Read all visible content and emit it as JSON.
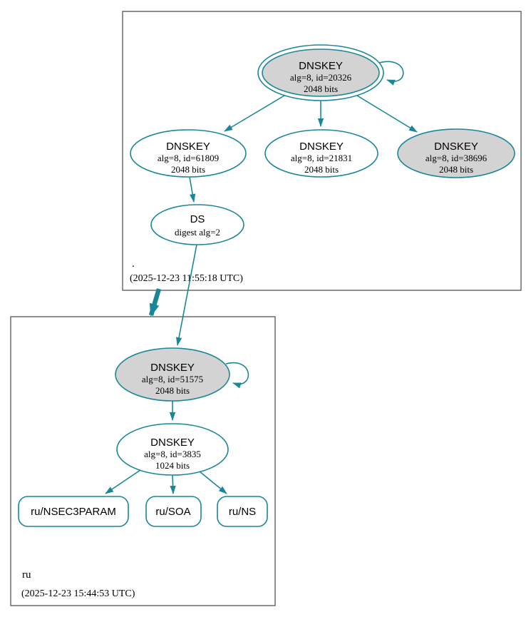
{
  "diagram_type": "dnssec-authentication-chain",
  "colors": {
    "edge_teal": "#1A8799",
    "node_fill_gray": "#d3d3d3",
    "node_fill_white": "#ffffff",
    "zone_box_border": "#555555",
    "text": "#000000"
  },
  "zones": [
    {
      "label": ".",
      "timestamp": "(2025-12-23 11:55:18 UTC)",
      "ksk": {
        "title": "DNSKEY",
        "alg": "alg=8, id=20326",
        "bits": "2048 bits",
        "style": "double-ellipse-gray",
        "self_signed": true
      },
      "zsk_left": {
        "title": "DNSKEY",
        "alg": "alg=8, id=61809",
        "bits": "2048 bits",
        "style": "ellipse-white"
      },
      "zsk_mid": {
        "title": "DNSKEY",
        "alg": "alg=8, id=21831",
        "bits": "2048 bits",
        "style": "ellipse-white"
      },
      "zsk_right": {
        "title": "DNSKEY",
        "alg": "alg=8, id=38696",
        "bits": "2048 bits",
        "style": "ellipse-gray"
      },
      "ds": {
        "title": "DS",
        "digest": "digest alg=2",
        "style": "ellipse-white"
      }
    },
    {
      "label": "ru",
      "timestamp": "(2025-12-23 15:44:53 UTC)",
      "ksk": {
        "title": "DNSKEY",
        "alg": "alg=8, id=51575",
        "bits": "2048 bits",
        "style": "ellipse-gray",
        "self_signed": true
      },
      "zsk": {
        "title": "DNSKEY",
        "alg": "alg=8, id=3835",
        "bits": "1024 bits",
        "style": "ellipse-white"
      },
      "rrsets": [
        {
          "label": "ru/NSEC3PARAM"
        },
        {
          "label": "ru/SOA"
        },
        {
          "label": "ru/NS"
        }
      ]
    }
  ]
}
